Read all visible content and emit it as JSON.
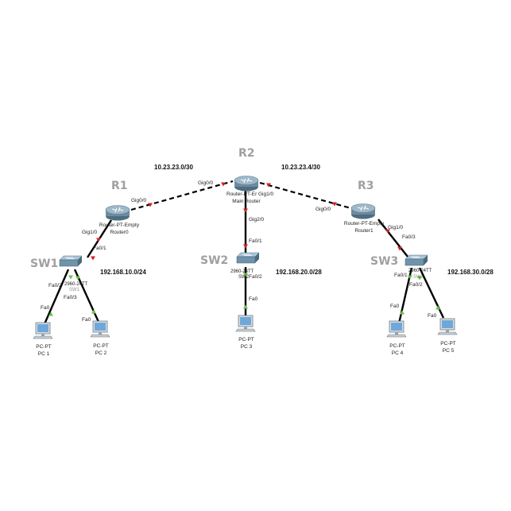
{
  "devices": {
    "r1": {
      "name": "R1",
      "model": "Router-PT-Empty",
      "host": "Router0"
    },
    "r2": {
      "name": "R2",
      "model": "Router-PT-Er",
      "host": "Main Router"
    },
    "r3": {
      "name": "R3",
      "model": "Router-PT-Empty",
      "host": "Router1"
    },
    "sw1": {
      "name": "SW1",
      "model": "2960-24TT",
      "host": "SW1"
    },
    "sw2": {
      "name": "SW2",
      "model": "2960-24TT",
      "host": "SW2"
    },
    "sw3": {
      "name": "SW3",
      "model": "2960-24TT",
      "host": "SW3"
    },
    "pc1": {
      "model": "PC-PT",
      "host": "PC 1"
    },
    "pc2": {
      "model": "PC-PT",
      "host": "PC 2"
    },
    "pc3": {
      "model": "PC-PT",
      "host": "PC 3"
    },
    "pc4": {
      "model": "PC-PT",
      "host": "PC 4"
    },
    "pc5": {
      "model": "PC-PT",
      "host": "PC 5"
    }
  },
  "networks": {
    "r1_r2": "10.23.23.0/30",
    "r2_r3": "10.23.23.4/30",
    "lan1": "192.168.10.0/24",
    "lan2": "192.168.20.0/28",
    "lan3": "192.168.30.0/28"
  },
  "ports": {
    "r1_gig00": "Gig0/0",
    "r2_gig00": "Gig0/0",
    "r2_gig10": "Gig1/0",
    "r3_gig00": "Gig0/0",
    "r1_gig10": "Gig1/0",
    "sw1_fa01": "Fa0/1",
    "r2_gig20": "Gig2/0",
    "sw2_fa01": "Fa0/1",
    "r3_gig10": "Gig1/0",
    "sw3_fa03": "Fa0/3",
    "sw1_fa02": "Fa0/2",
    "sw1_fa03": "Fa0/3",
    "pc1_fa0": "Fa0",
    "pc2_fa0": "Fa0",
    "sw2_fa02": "Fa0/2",
    "pc3_fa0": "Fa0",
    "sw3_fa01": "Fa0/1",
    "sw3_fa02": "Fa0/2",
    "pc4_fa0": "Fa0",
    "pc5_fa0": "Fa0"
  },
  "colors": {
    "router_fill": "#8aa5b8",
    "switch_fill": "#7fa6bd",
    "link_up": "#6bc24a",
    "link_down": "#d42020",
    "device_label": "#a0a0a0"
  },
  "icons": {
    "router": "router-icon",
    "switch": "switch-icon",
    "pc": "pc-icon"
  }
}
